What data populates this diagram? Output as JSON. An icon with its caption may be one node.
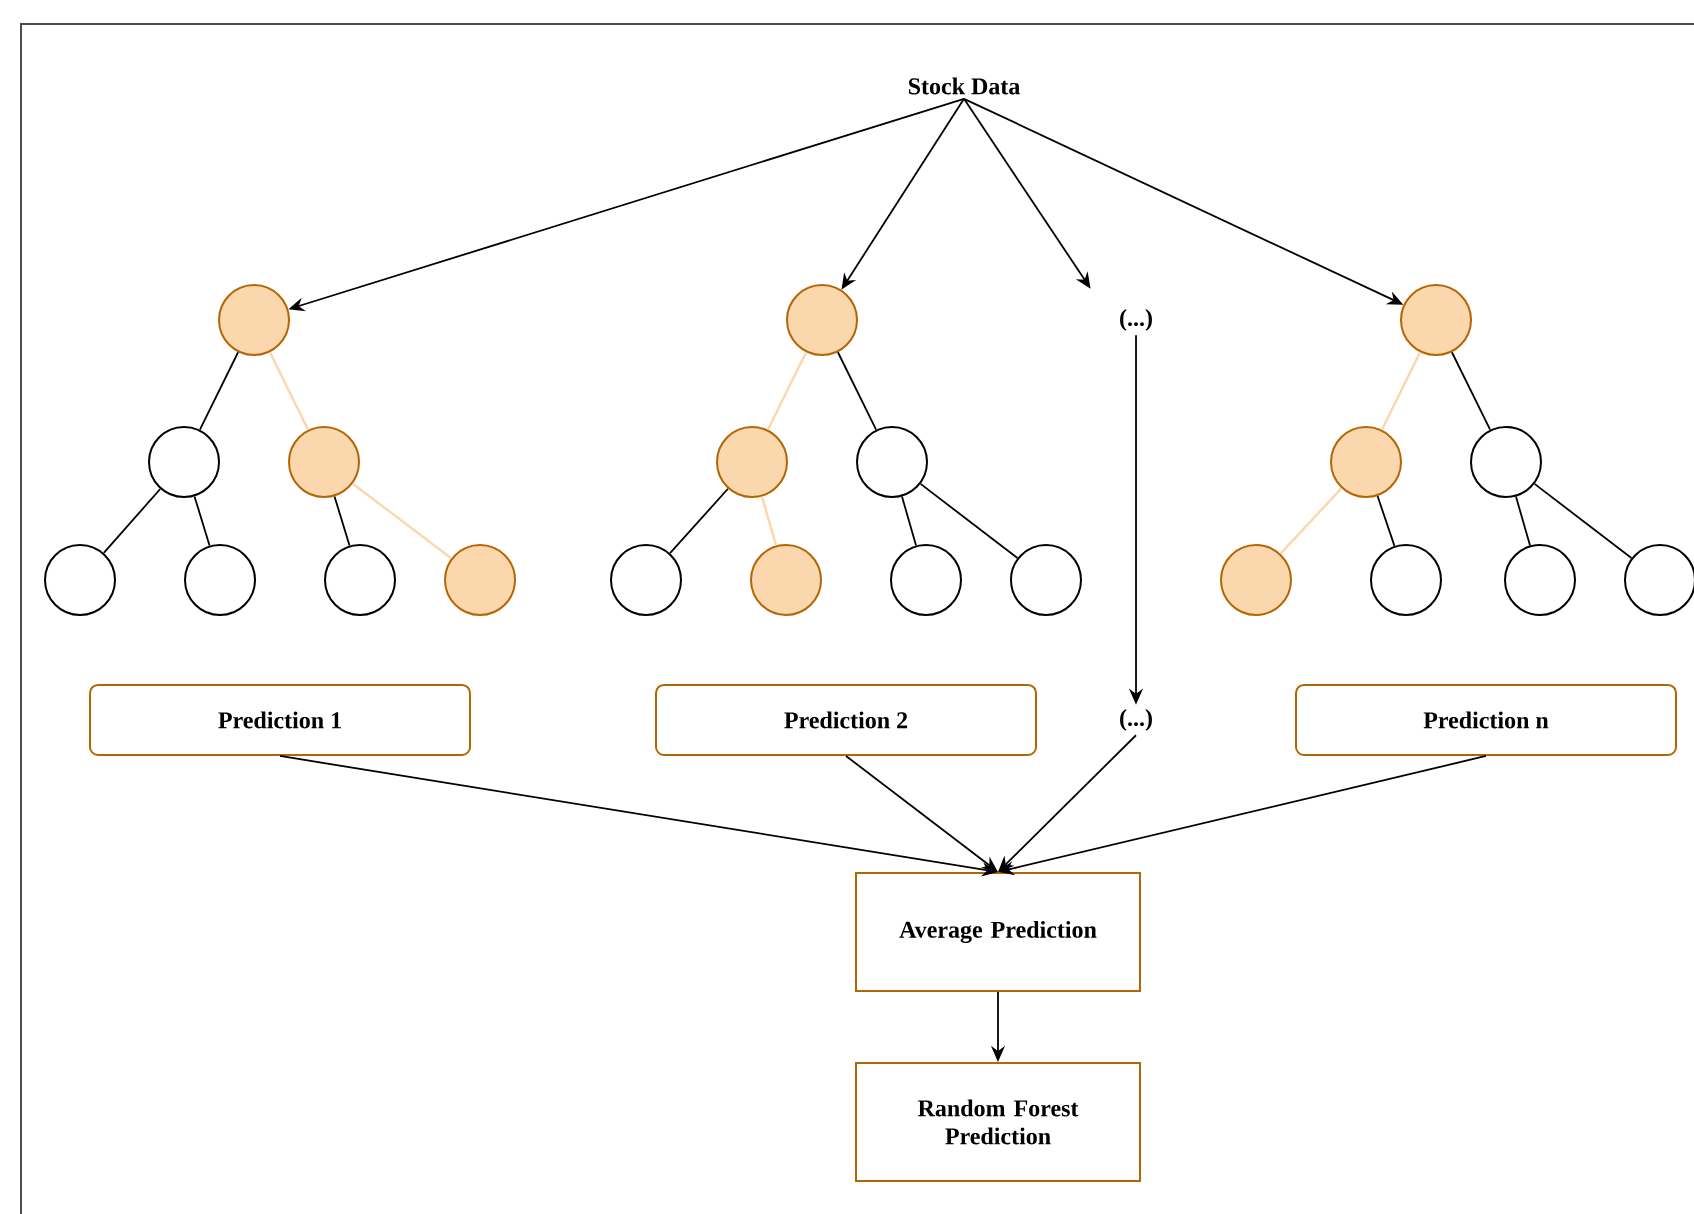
{
  "diagram": {
    "nodes": [
      {
        "text": [
          "Stock Data"
        ]
      },
      {
        "text": [],
        "shape": "circle"
      },
      {
        "text": [],
        "shape": "circle"
      },
      {
        "text": [],
        "shape": "circle"
      },
      {
        "text": [],
        "shape": "circle"
      },
      {
        "text": [],
        "shape": "circle"
      },
      {
        "text": [],
        "shape": "circle"
      },
      {
        "text": [],
        "shape": "circle"
      },
      {
        "text": [
          "(...)"
        ]
      },
      {
        "text": [],
        "shape": "circle"
      },
      {
        "text": [],
        "shape": "circle"
      },
      {
        "text": [],
        "shape": "circle"
      },
      {
        "text": [],
        "shape": "circle"
      },
      {
        "text": [],
        "shape": "circle"
      },
      {
        "text": [],
        "shape": "circle"
      },
      {
        "text": [],
        "shape": "circle"
      },
      {
        "text": [],
        "shape": "circle"
      },
      {
        "text": [],
        "shape": "circle"
      },
      {
        "text": [],
        "shape": "circle"
      },
      {
        "text": [],
        "shape": "circle"
      },
      {
        "text": [],
        "shape": "circle"
      },
      {
        "text": [],
        "shape": "circle"
      },
      {
        "text": [],
        "shape": "circle"
      },
      {
        "text": [
          "Prediction 1"
        ]
      },
      {
        "text": [
          "Prediction 2"
        ]
      },
      {
        "text": [
          "(...)"
        ]
      },
      {
        "text": [
          "Prediction n"
        ]
      },
      {
        "text": [
          "Average Prediction"
        ]
      },
      {
        "text": [
          "Random Forest Prediction"
        ]
      }
    ],
    "edges": [
      {
        "from": 0,
        "to": 1,
        "arrow": "to"
      },
      {
        "from": 0,
        "to": 9,
        "arrow": "to"
      },
      {
        "from": 0,
        "to": 8,
        "arrow": "to"
      },
      {
        "from": 0,
        "to": 16,
        "arrow": "to"
      },
      {
        "from": 1,
        "to": 2,
        "arrow": "none"
      },
      {
        "from": 1,
        "to": 3,
        "arrow": "none",
        "color": "#fad7ac"
      },
      {
        "from": 2,
        "to": 4,
        "arrow": "none"
      },
      {
        "from": 2,
        "to": 5,
        "arrow": "none"
      },
      {
        "from": 3,
        "to": 6,
        "arrow": "none"
      },
      {
        "from": 3,
        "to": 7,
        "arrow": "none",
        "color": "#fad7ac"
      },
      {
        "from": 9,
        "to": 10,
        "arrow": "none",
        "color": "#fad7ac"
      },
      {
        "from": 9,
        "to": 11,
        "arrow": "none"
      },
      {
        "from": 10,
        "to": 12,
        "arrow": "none"
      },
      {
        "from": 10,
        "to": 13,
        "arrow": "none",
        "color": "#fad7ac"
      },
      {
        "from": 11,
        "to": 14,
        "arrow": "none"
      },
      {
        "from": 11,
        "to": 15,
        "arrow": "none"
      },
      {
        "from": 16,
        "to": 17,
        "arrow": "none",
        "color": "#fad7ac"
      },
      {
        "from": 16,
        "to": 18,
        "arrow": "none"
      },
      {
        "from": 17,
        "to": 19,
        "arrow": "none",
        "color": "#fad7ac"
      },
      {
        "from": 17,
        "to": 20,
        "arrow": "none"
      },
      {
        "from": 18,
        "to": 21,
        "arrow": "none"
      },
      {
        "from": 18,
        "to": 22,
        "arrow": "none"
      },
      {
        "from": 8,
        "to": 25,
        "arrow": "to"
      },
      {
        "from": 23,
        "to": 27,
        "arrow": "to"
      },
      {
        "from": 24,
        "to": 27,
        "arrow": "to"
      },
      {
        "from": 25,
        "to": 27,
        "arrow": "to"
      },
      {
        "from": 26,
        "to": 27,
        "arrow": "to"
      },
      {
        "from": 27,
        "to": 28,
        "arrow": "to"
      }
    ]
  }
}
